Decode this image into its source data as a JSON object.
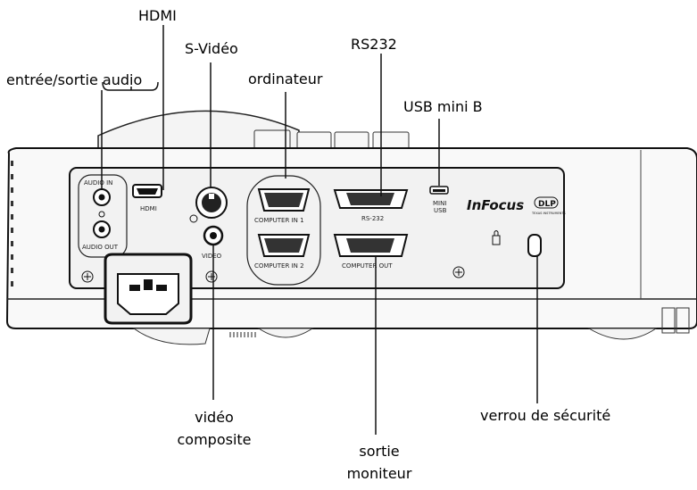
{
  "callouts": {
    "hdmi": "HDMI",
    "svideo": "S-Vidéo",
    "rs232": "RS232",
    "audio": "entrée/sortie audio",
    "ordinateur": "ordinateur",
    "usb": "USB mini B",
    "video_composite_line1": "vidéo",
    "video_composite_line2": "composite",
    "verrou": "verrou de sécurité",
    "sortie_line1": "sortie",
    "sortie_line2": "moniteur"
  },
  "panel_labels": {
    "audio_in": "AUDIO IN",
    "audio_out": "AUDIO OUT",
    "hdmi": "HDMI",
    "video": "VIDEO",
    "computer_in_1": "COMPUTER IN 1",
    "computer_in_2": "COMPUTER IN 2",
    "rs232": "RS-232",
    "computer_out": "COMPUTER OUT",
    "mini_usb_line1": "MINI",
    "mini_usb_line2": "USB",
    "brand": "InFocus",
    "dlp": "DLP",
    "texas": "TEXAS INSTRUMENTS"
  }
}
